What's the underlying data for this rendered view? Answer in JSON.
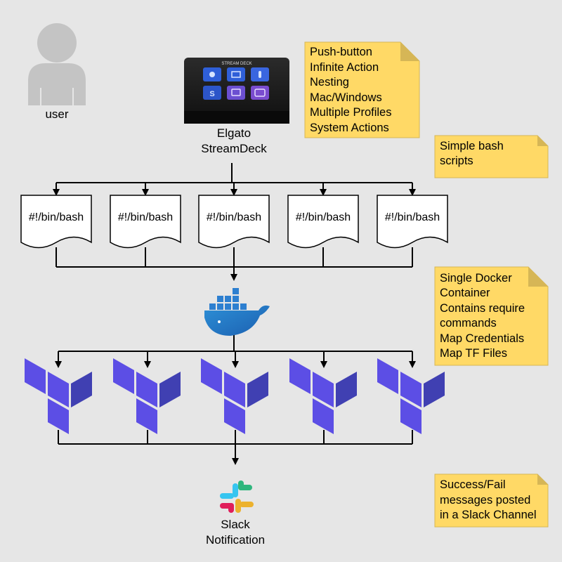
{
  "user": {
    "label": "user",
    "icon": "user-icon"
  },
  "stream_deck": {
    "label_line1": "Elgato",
    "label_line2": "StreamDeck",
    "brand_text": "STREAM DECK",
    "icon": "stream-deck-icon"
  },
  "notes": {
    "features": [
      "Push-button",
      "Infinite Action",
      "Nesting",
      "Mac/Windows",
      "Multiple Profiles",
      "System Actions"
    ],
    "bash": [
      "Simple bash",
      "scripts"
    ],
    "docker": [
      "Single Docker",
      "Container",
      "Contains require",
      "commands",
      "Map Credentials",
      "Map TF Files"
    ],
    "slack": [
      "Success/Fail",
      "messages posted",
      "in a Slack Channel"
    ]
  },
  "scripts": [
    {
      "label": "#!/bin/bash"
    },
    {
      "label": "#!/bin/bash"
    },
    {
      "label": "#!/bin/bash"
    },
    {
      "label": "#!/bin/bash"
    },
    {
      "label": "#!/bin/bash"
    }
  ],
  "docker": {
    "icon": "docker-icon"
  },
  "terraform": {
    "icon": "terraform-icon",
    "count": 5
  },
  "slack": {
    "label_line1": "Slack",
    "label_line2": "Notification",
    "icon": "slack-icon"
  },
  "colors": {
    "background": "#e6e6e6",
    "note_fill": "#ffd966",
    "note_border": "#d6b656",
    "terraform": "#5c4ee5",
    "terraform_dark": "#4040b2",
    "docker": "#1d63ed",
    "slack_blue": "#36c5f0",
    "slack_green": "#2eb67d",
    "slack_yellow": "#ecb22e",
    "slack_red": "#e01e5a"
  }
}
